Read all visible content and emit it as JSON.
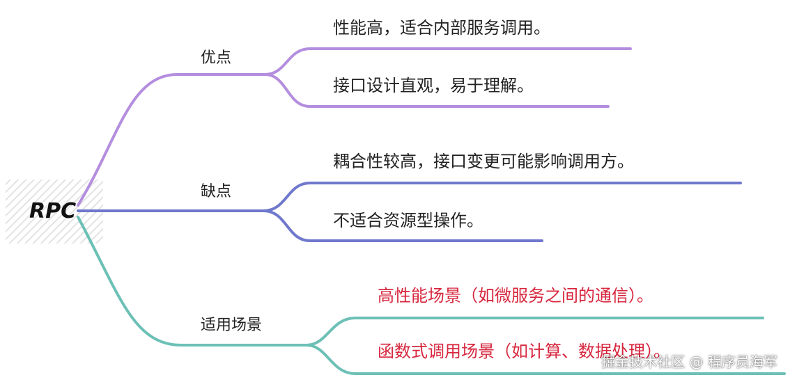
{
  "root": {
    "label": "RPC"
  },
  "branches": [
    {
      "label": "优点",
      "color": "#b48ede",
      "leaves": [
        {
          "text": "性能高，适合内部服务调用。"
        },
        {
          "text": "接口设计直观，易于理解。"
        }
      ]
    },
    {
      "label": "缺点",
      "color": "#6f78cc",
      "leaves": [
        {
          "text": "耦合性较高，接口变更可能影响调用方。"
        },
        {
          "text": "不适合资源型操作。"
        }
      ]
    },
    {
      "label": "适用场景",
      "color": "#6cc0b6",
      "leaves": [
        {
          "text": "高性能场景（如微服务之间的通信）。",
          "color": "#d7263d"
        },
        {
          "text": "函数式调用场景（如计算、数据处理）。",
          "color": "#d7263d"
        }
      ]
    }
  ],
  "watermark": "掘金技术社区 @ 程序员海军"
}
